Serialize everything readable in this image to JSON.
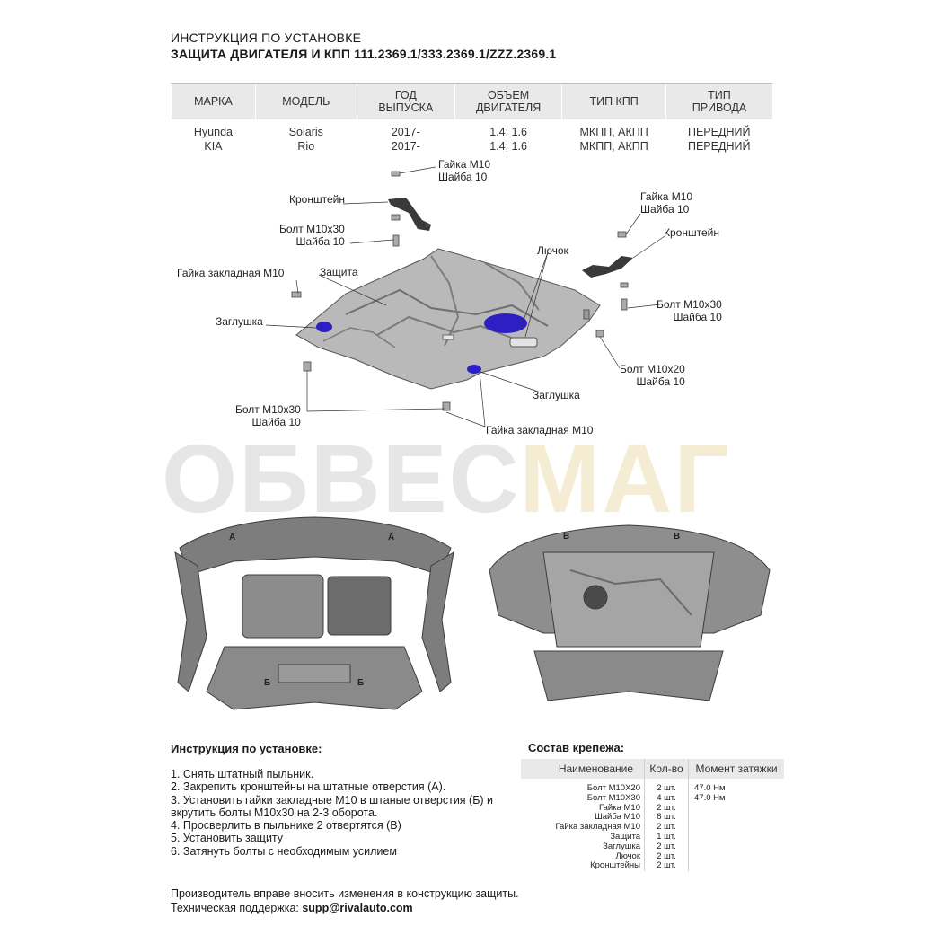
{
  "header": {
    "line1": "ИНСТРУКЦИЯ ПО УСТАНОВКЕ",
    "line2": "ЗАЩИТА ДВИГАТЕЛЯ И КПП  111.2369.1/333.2369.1/ZZZ.2369.1"
  },
  "spec_table": {
    "columns": [
      [
        "МАРКА"
      ],
      [
        "МОДЕЛЬ"
      ],
      [
        "ГОД",
        "ВЫПУСКА"
      ],
      [
        "ОБЪЕМ",
        "ДВИГАТЕЛЯ"
      ],
      [
        "ТИП КПП"
      ],
      [
        "ТИП",
        "ПРИВОДА"
      ]
    ],
    "rows": [
      [
        "Hyunda",
        "Solaris",
        "2017-",
        "1.4; 1.6",
        "МКПП, АКПП",
        "ПЕРЕДНИЙ"
      ],
      [
        "KIA",
        "Rio",
        "2017-",
        "1.4; 1.6",
        "МКПП, АКПП",
        "ПЕРЕДНИЙ"
      ]
    ]
  },
  "diagram_labels": {
    "nut_top": [
      "Гайка М10",
      "Шайба 10"
    ],
    "bracket_left": "Кронштейн",
    "bolt_left_top": [
      "Болт М10х30",
      "Шайба 10"
    ],
    "nut_right": [
      "Гайка М10",
      "Шайба 10"
    ],
    "bracket_right": "Кронштейн",
    "hatch": "Лючок",
    "embedded_nut_left": "Гайка закладная М10",
    "guard": "Защита",
    "bolt_right": [
      "Болт М10х30",
      "Шайба 10"
    ],
    "plug_left": "Заглушка",
    "bolt_m10x20": [
      "Болт М10х20",
      "Шайба 10"
    ],
    "plug_bottom": "Заглушка",
    "bolt_left_bottom": [
      "Болт М10х30",
      "Шайба 10"
    ],
    "embedded_nut_bottom": "Гайка закладная М10"
  },
  "watermark": {
    "part1": "ОБВЕС",
    "part2": "МАГ"
  },
  "photo_markers": {
    "left_top": [
      "А",
      "А"
    ],
    "left_bottom": [
      "Б",
      "Б"
    ],
    "right_top": [
      "В",
      "В"
    ]
  },
  "instructions": {
    "title": "Инструкция по установке:",
    "steps": [
      "1. Снять штатный пыльник.",
      "2. Закрепить кронштейны на штатные отверстия (А).",
      "3. Установить гайки закладные М10 в штаные отверстия (Б) и",
      "вкрутить болты М10х30 на 2-3 оборота.",
      "4. Просверлить в пыльнике 2 отвертятся (В)",
      "5. Установить защиту",
      "6. Затянуть болты с необходимым усилием"
    ]
  },
  "fasteners": {
    "title": "Состав крепежа:",
    "headers": [
      "Наименование",
      "Кол-во",
      "Момент затяжки"
    ],
    "rows": [
      [
        "Болт М10Х20",
        "2 шт.",
        "47.0 Нм"
      ],
      [
        "Болт М10Х30",
        "4 шт.",
        "47.0 Нм"
      ],
      [
        "Гайка М10",
        "2 шт.",
        ""
      ],
      [
        "Шайба М10",
        "8 шт.",
        ""
      ],
      [
        "Гайка закладная М10",
        "2 шт.",
        ""
      ],
      [
        "Защита",
        "1 шт.",
        ""
      ],
      [
        "Заглушка",
        "2 шт.",
        ""
      ],
      [
        "Лючок",
        "2 шт.",
        ""
      ],
      [
        "Кронштейны",
        "2 шт.",
        ""
      ]
    ]
  },
  "footer": {
    "line1": "Производитель вправе вносить изменения в конструкцию защиты.",
    "support_label": "Техническая поддержка: ",
    "support_email": "supp@rivalauto.com"
  },
  "colors": {
    "plug_blue": "#2c1fc4",
    "part_grey": "#9a9a9a",
    "bracket_dark": "#3a3a3a",
    "header_fill": "#e9e9e9"
  }
}
